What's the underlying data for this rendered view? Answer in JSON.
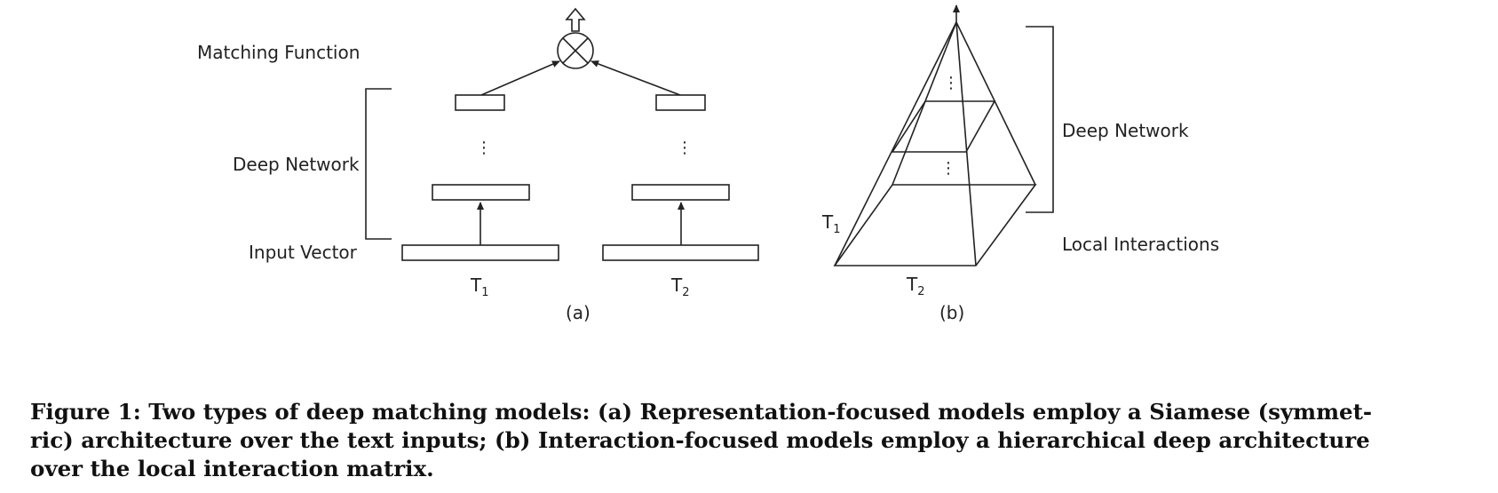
{
  "panel_a": {
    "matching_function": "Matching Function",
    "deep_network": "Deep Network",
    "input_vector": "Input Vector",
    "t1_main": "T",
    "t1_sub": "1",
    "t2_main": "T",
    "t2_sub": "2",
    "dots": "⋮",
    "panel_label": "(a)"
  },
  "panel_b": {
    "deep_network": "Deep Network",
    "local_interactions": "Local Interactions",
    "t1_main": "T",
    "t1_sub": "1",
    "t2_main": "T",
    "t2_sub": "2",
    "dots": "⋮",
    "panel_label": "(b)"
  },
  "caption": {
    "line1": "Figure 1: Two types of deep matching models: (a) Representation-focused models employ a Siamese (symmet-",
    "line2": "ric) architecture over the text inputs; (b) Interaction-focused models employ a hierarchical deep architecture",
    "line3": "over the local interaction matrix."
  }
}
